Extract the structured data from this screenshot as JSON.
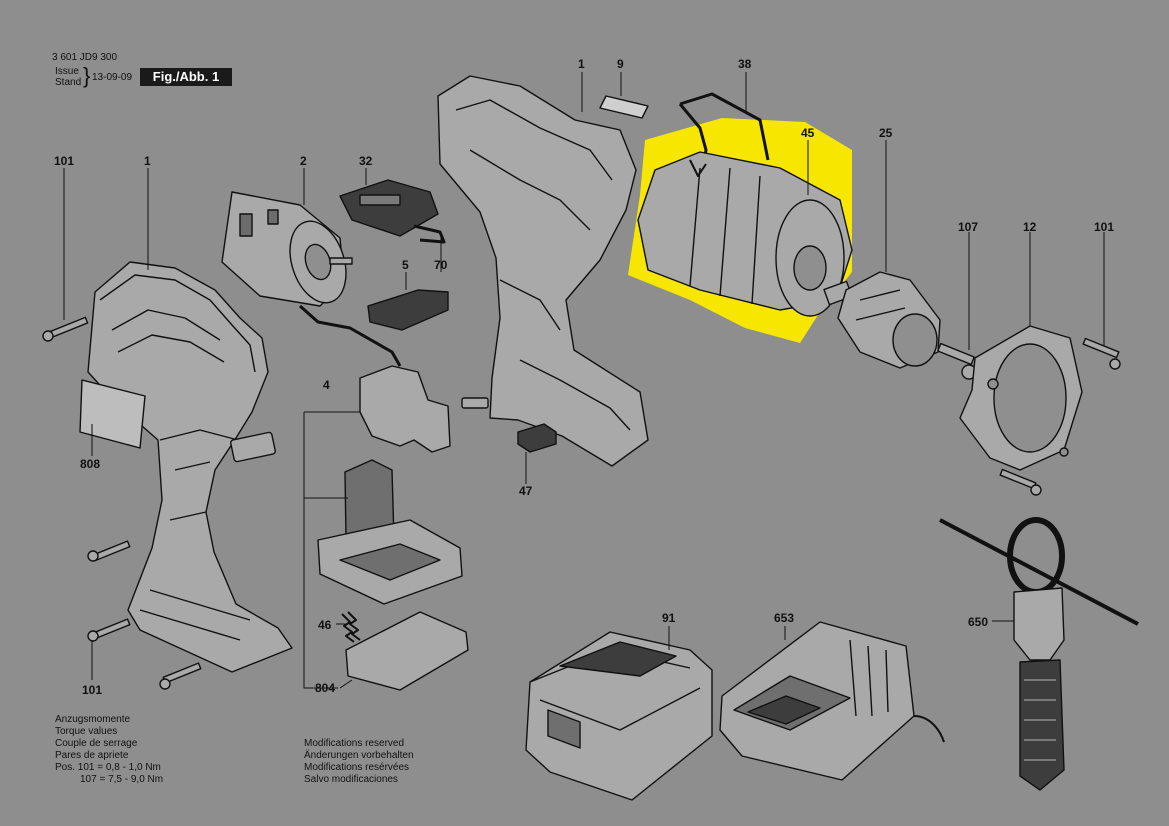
{
  "header": {
    "part_number": "3 601 JD9 300",
    "issue_label_1": "Issue",
    "issue_label_2": "Stand",
    "issue_date": "13-09-09",
    "figure_label": "Fig./Abb. 1"
  },
  "callouts": {
    "c1_top": "1",
    "c9": "9",
    "c38": "38",
    "c101_left": "101",
    "c1_left": "1",
    "c2": "2",
    "c32": "32",
    "c45": "45",
    "c25": "25",
    "c107": "107",
    "c12": "12",
    "c101_right": "101",
    "c5": "5",
    "c70": "70",
    "c4": "4",
    "c808": "808",
    "c47": "47",
    "c46": "46",
    "c804": "804",
    "c101_bottom": "101",
    "c91": "91",
    "c653": "653",
    "c650": "650"
  },
  "torque_note": {
    "line1": "Anzugsmomente",
    "line2": "Torque values",
    "line3": "Couple de serrage",
    "line4": "Pares de apriete",
    "line5": "Pos.  101 =  0,8 - 1,0 Nm",
    "line6": "107 =  7,5 - 9,0 Nm"
  },
  "modifications_note": {
    "line1": "Modifications reserved",
    "line2": "Änderungen vorbehalten",
    "line3": "Modifications resérvées",
    "line4": "Salvo modificaciones"
  },
  "colors": {
    "background": "#8e8e8e",
    "highlight": "#f7e600",
    "line": "#111111",
    "part_fill": "#a9a9a9"
  }
}
